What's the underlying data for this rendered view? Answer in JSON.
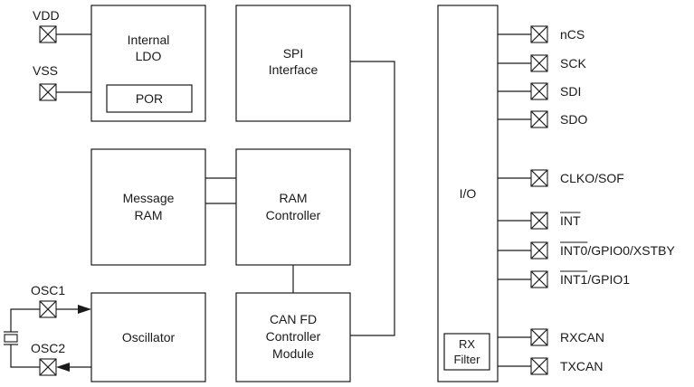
{
  "blocks": {
    "ldo": [
      "Internal",
      "LDO"
    ],
    "por": "POR",
    "spi": [
      "SPI",
      "Interface"
    ],
    "msgram": [
      "Message",
      "RAM"
    ],
    "ramctl": [
      "RAM",
      "Controller"
    ],
    "osc": "Oscillator",
    "canfd": [
      "CAN FD",
      "Controller",
      "Module"
    ],
    "io": "I/O",
    "rxfilter": [
      "RX",
      "Filter"
    ]
  },
  "left_pins": {
    "vdd": "VDD",
    "vss": "VSS",
    "osc1": "OSC1",
    "osc2": "OSC2"
  },
  "right_pins": [
    {
      "label": "nCS",
      "overline": ""
    },
    {
      "label": "SCK",
      "overline": ""
    },
    {
      "label": "SDI",
      "overline": ""
    },
    {
      "label": "SDO",
      "overline": ""
    },
    {
      "label": "CLKO/SOF",
      "overline": ""
    },
    {
      "label": "",
      "overline": "INT"
    },
    {
      "label": "/GPIO0/XSTBY",
      "overline": "INT0"
    },
    {
      "label": "/GPIO1",
      "overline": "INT1"
    },
    {
      "label": "RXCAN",
      "overline": ""
    },
    {
      "label": "TXCAN",
      "overline": ""
    }
  ]
}
